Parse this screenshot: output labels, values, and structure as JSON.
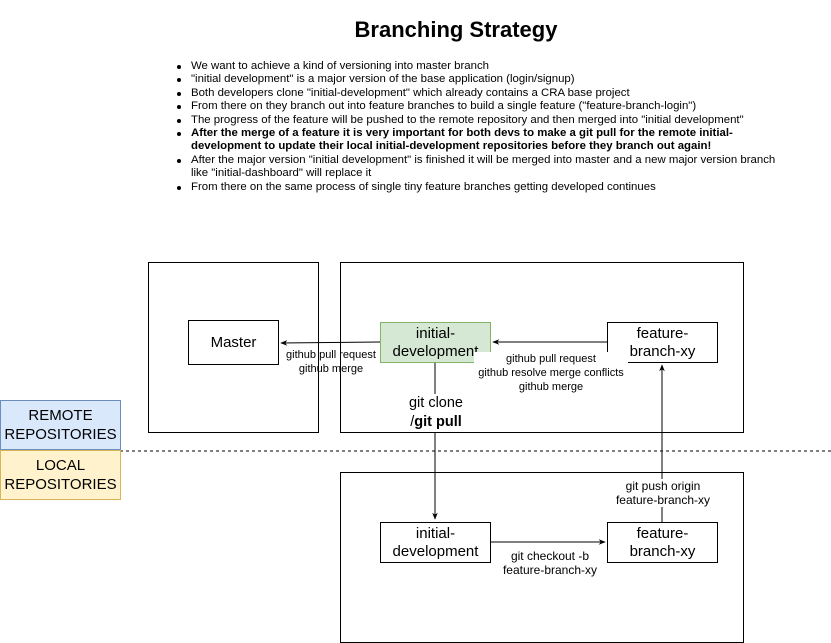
{
  "title": "Branching Strategy",
  "notes": [
    "We want to achieve a kind of versioning into master branch",
    "\"initial development\" is a major version of the base application (login/signup)",
    "Both developers clone \"initial-development\" which already contains a CRA base project",
    "From there on they branch out into feature branches to build a single feature (\"feature-branch-login\")",
    "The progress of the feature will be pushed to the remote repository and then merged into \"initial development\"",
    "After the merge of a feature it is very important for both devs to make a git pull for the remote initial-development to update their local initial-development repositories before they branch out again!",
    "After the major version \"initial development\" is finished it will be merged into master and a new major version branch like \"initial-dashboard\" will replace it",
    "From there on the same process of single tiny feature branches getting developed continues"
  ],
  "nodes": {
    "master": "Master",
    "remote_initial": "initial-\ndevelopment",
    "remote_feature": "feature-\nbranch-xy",
    "local_initial": "initial-\ndevelopment",
    "local_feature": "feature-\nbranch-xy"
  },
  "edges": {
    "initial_to_master": "github pull request\ngithub merge",
    "feature_to_initial": "github pull request\ngithub resolve merge conflicts\ngithub merge",
    "clone_prefix": "git clone\n/",
    "clone_bold": "git pull",
    "checkout": "git checkout -b\nfeature-branch-xy",
    "push": "git push origin\nfeature-branch-xy"
  },
  "sides": {
    "remote": "REMOTE\nREPOSITORIES",
    "local": "LOCAL\nREPOSITORIES"
  },
  "colors": {
    "green_fill": "#d5e8d4",
    "green_stroke": "#82b366",
    "remote_fill": "#dae8fc",
    "remote_stroke": "#6c8ebf",
    "local_fill": "#fff2cc",
    "local_stroke": "#d6b656"
  }
}
